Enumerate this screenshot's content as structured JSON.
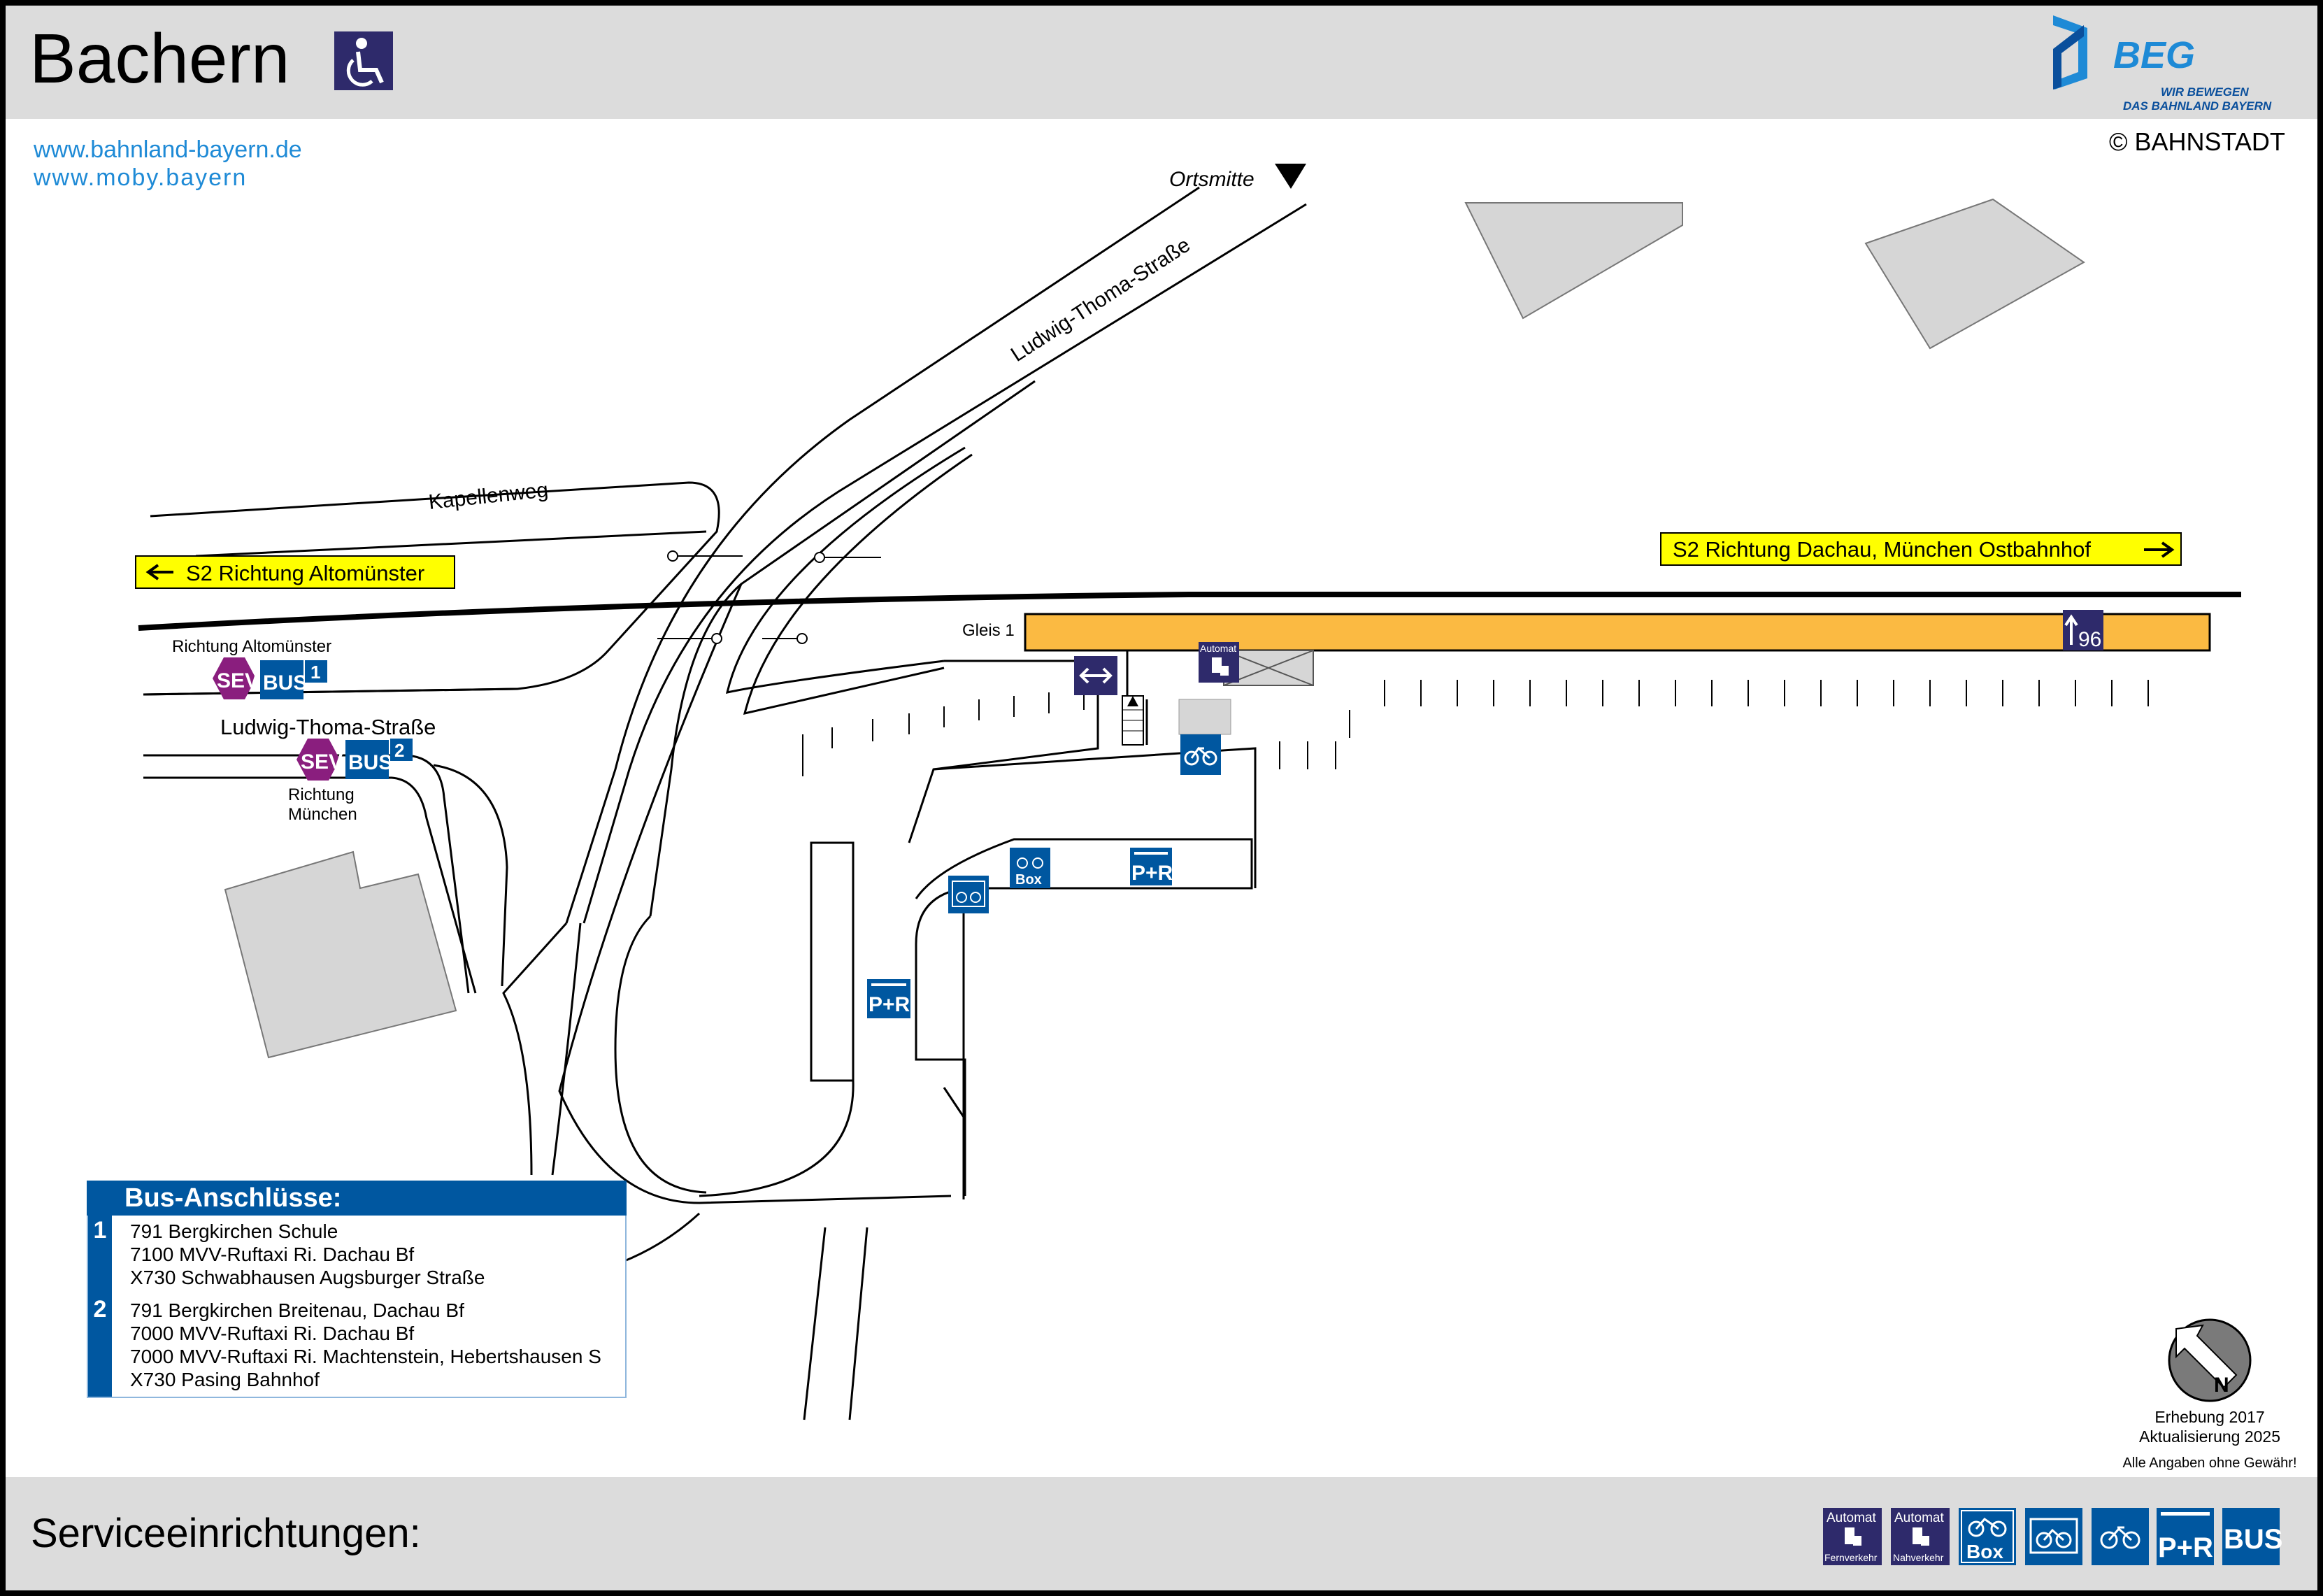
{
  "header": {
    "title": "Bachern",
    "brand": "BEG",
    "brand_slogan_1": "WIR BEWEGEN",
    "brand_slogan_2": "DAS BAHNLAND BAYERN",
    "copyright": "© BAHNSTADT"
  },
  "links": {
    "link1": "www.bahnland-bayern.de",
    "link2": "www.moby.bayern"
  },
  "map": {
    "ortsmitte": "Ortsmitte",
    "street_lts": "Ludwig-Thoma-Straße",
    "street_kapellenweg": "Kapellenweg",
    "dir_west": "S2 Richtung Altomünster",
    "dir_east": "S2 Richtung Dachau, München Ostbahnhof",
    "gleis": "Gleis 1",
    "platform_height": "96",
    "automat_label": "Automat",
    "stop1_direction": "Richtung Altomünster",
    "stop2_name": "Ludwig-Thoma-Straße",
    "stop2_direction_1": "Richtung",
    "stop2_direction_2": "München",
    "sev": "SEV",
    "bus": "BUS",
    "stop1_num": "1",
    "stop2_num": "2",
    "pr": "P+R",
    "box": "Box"
  },
  "bus": {
    "title": "Bus-Anschlüsse:",
    "groups": [
      {
        "num": "1",
        "lines": [
          "791 Bergkirchen Schule",
          "7100 MVV-Ruftaxi Ri. Dachau Bf",
          "X730 Schwabhausen Augsburger Straße"
        ]
      },
      {
        "num": "2",
        "lines": [
          "791 Bergkirchen Breitenau, Dachau Bf",
          "7000 MVV-Ruftaxi Ri. Dachau Bf",
          "7000 MVV-Ruftaxi Ri. Machtenstein, Hebertshausen S",
          "X730 Pasing Bahnhof"
        ]
      }
    ]
  },
  "info": {
    "line1": "Erhebung 2017",
    "line2": "Aktualisierung 2025",
    "line3": "Alle Angaben ohne Gewähr!"
  },
  "compass": {
    "letter": "N"
  },
  "footer": {
    "title": "Serviceeinrichtungen:",
    "icons": [
      {
        "name": "automat-fernverkehr-icon",
        "top": "Automat",
        "bottom": "Fernverkehr"
      },
      {
        "name": "automat-nahverkehr-icon",
        "top": "Automat",
        "bottom": "Nahverkehr"
      },
      {
        "name": "bike-box-icon",
        "label": "Box"
      },
      {
        "name": "bike-covered-icon"
      },
      {
        "name": "bike-parking-icon"
      },
      {
        "name": "park-ride-icon",
        "label": "P+R"
      },
      {
        "name": "bus-icon",
        "label": "BUS"
      }
    ]
  },
  "colors": {
    "navy": "#2e2a6b",
    "blue": "#0057a0",
    "platform": "#fbba42",
    "yellow": "#ffff00",
    "sev": "#8a1e7e",
    "header_bg": "#dcdcdc",
    "building": "#d6d6d6",
    "link": "#1e8ad6"
  }
}
